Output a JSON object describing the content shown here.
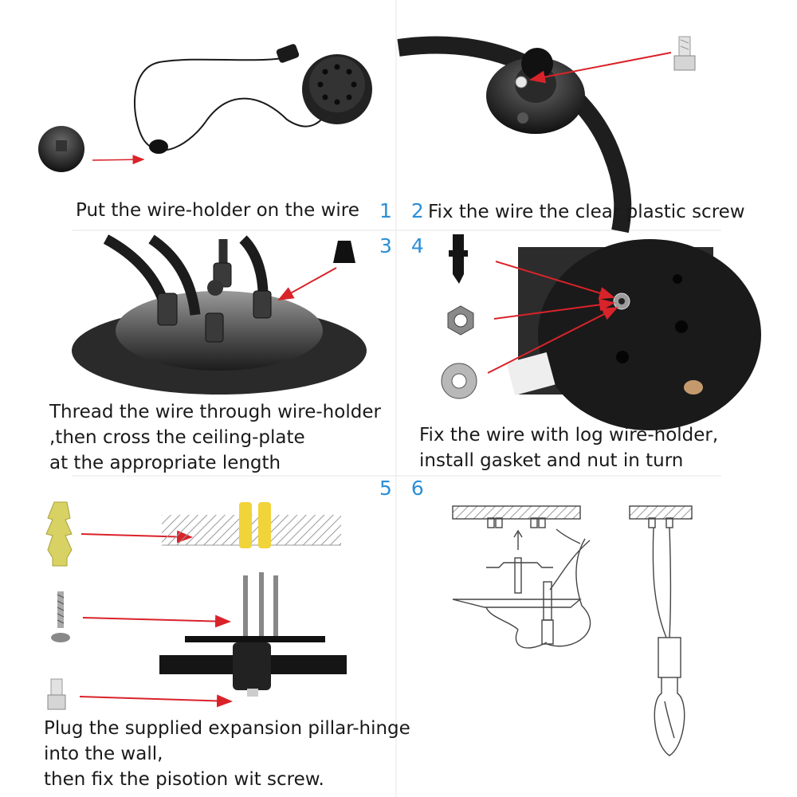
{
  "steps": [
    {
      "number": "1",
      "caption_lines": [
        "Put the wire-holder on the wire"
      ]
    },
    {
      "number": "2",
      "caption_lines": [
        "Fix the wire the clear plastic screw"
      ]
    },
    {
      "number": "3",
      "caption_lines": [
        "Thread the wire through wire-holder",
        ",then cross the ceiling-plate",
        "at the appropriate length"
      ]
    },
    {
      "number": "4",
      "caption_lines": [
        "Fix the wire with log wire-holder,",
        "install gasket and nut in turn"
      ]
    },
    {
      "number": "5",
      "caption_lines": [
        "Plug the supplied expansion pillar-hinge",
        "into the wall,",
        "then fix the pisotion wit screw."
      ]
    },
    {
      "number": "6",
      "caption_lines": []
    }
  ],
  "colors": {
    "arrow": "#d9232a",
    "step_number": "#2b8fd6",
    "metal": "#1b1b1b",
    "anchor": "#e9e27a"
  }
}
